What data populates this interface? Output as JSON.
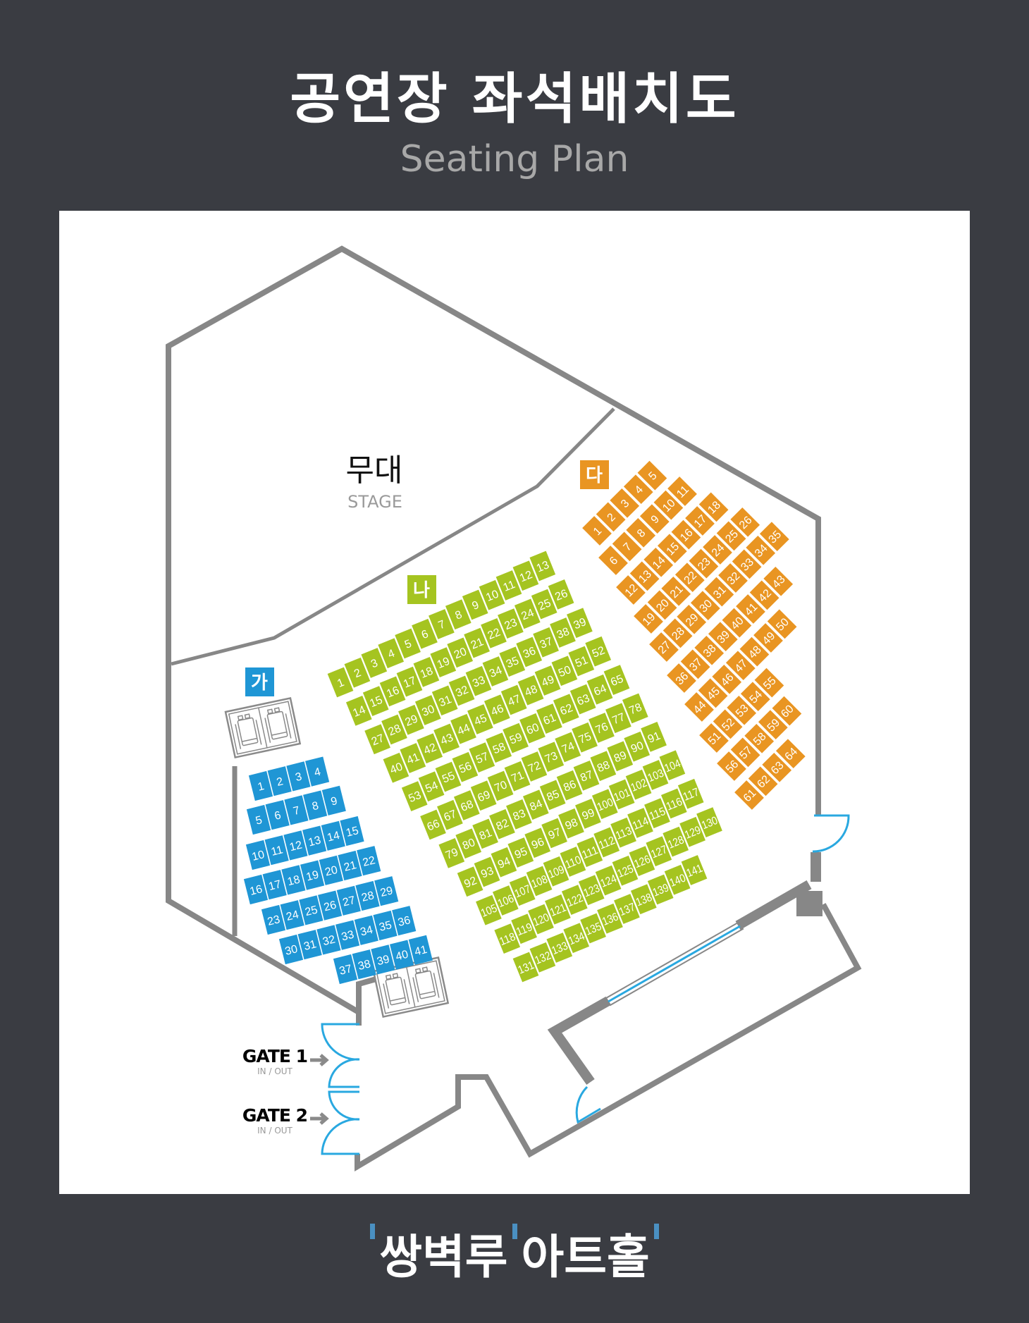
{
  "header": {
    "title": "공연장 좌석배치도",
    "subtitle": "Seating Plan"
  },
  "stage": {
    "label_ko": "무대",
    "label_en": "STAGE"
  },
  "sections": [
    {
      "label": "가",
      "color": "#1f96d5",
      "rows": [
        [
          1,
          4
        ],
        [
          5,
          9
        ],
        [
          10,
          15
        ],
        [
          16,
          22
        ],
        [
          23,
          29
        ],
        [
          30,
          36
        ],
        [
          37,
          41
        ]
      ]
    },
    {
      "label": "나",
      "color": "#a5c420",
      "rows": [
        [
          1,
          13
        ],
        [
          14,
          26
        ],
        [
          27,
          39
        ],
        [
          40,
          52
        ],
        [
          53,
          65
        ],
        [
          66,
          78
        ],
        [
          79,
          91
        ],
        [
          92,
          104
        ],
        [
          105,
          117
        ],
        [
          118,
          130
        ],
        [
          131,
          141
        ]
      ]
    },
    {
      "label": "다",
      "color": "#e99522",
      "rows": [
        [
          1,
          5
        ],
        [
          6,
          11
        ],
        [
          12,
          18
        ],
        [
          19,
          26
        ],
        [
          27,
          35
        ],
        [
          36,
          43
        ],
        [
          44,
          50
        ],
        [
          51,
          55
        ],
        [
          56,
          60
        ],
        [
          61,
          64
        ]
      ]
    }
  ],
  "gates": [
    {
      "name": "GATE 1",
      "sub": "IN / OUT"
    },
    {
      "name": "GATE 2",
      "sub": "IN / OUT"
    }
  ],
  "icons": {
    "wheelchair": "wheelchair-space-icon",
    "gate_arrow": "arrow-right-icon"
  },
  "colors": {
    "wall": "#878787",
    "door": "#29a8e0",
    "background": "#3a3c42"
  },
  "footer": {
    "logo_part1": "쌍벽루",
    "logo_part2": "아트홀"
  }
}
